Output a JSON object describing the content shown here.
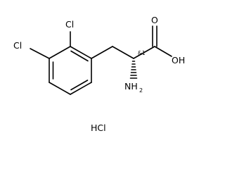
{
  "molecule": {
    "atoms": {
      "cl_top": "Cl",
      "cl_left": "Cl",
      "hydroxyl": "OH",
      "carbonyl_o": "O",
      "amine_main": "NH",
      "amine_sub": "2",
      "stereo_label": "&1"
    },
    "salt": "HCl"
  }
}
